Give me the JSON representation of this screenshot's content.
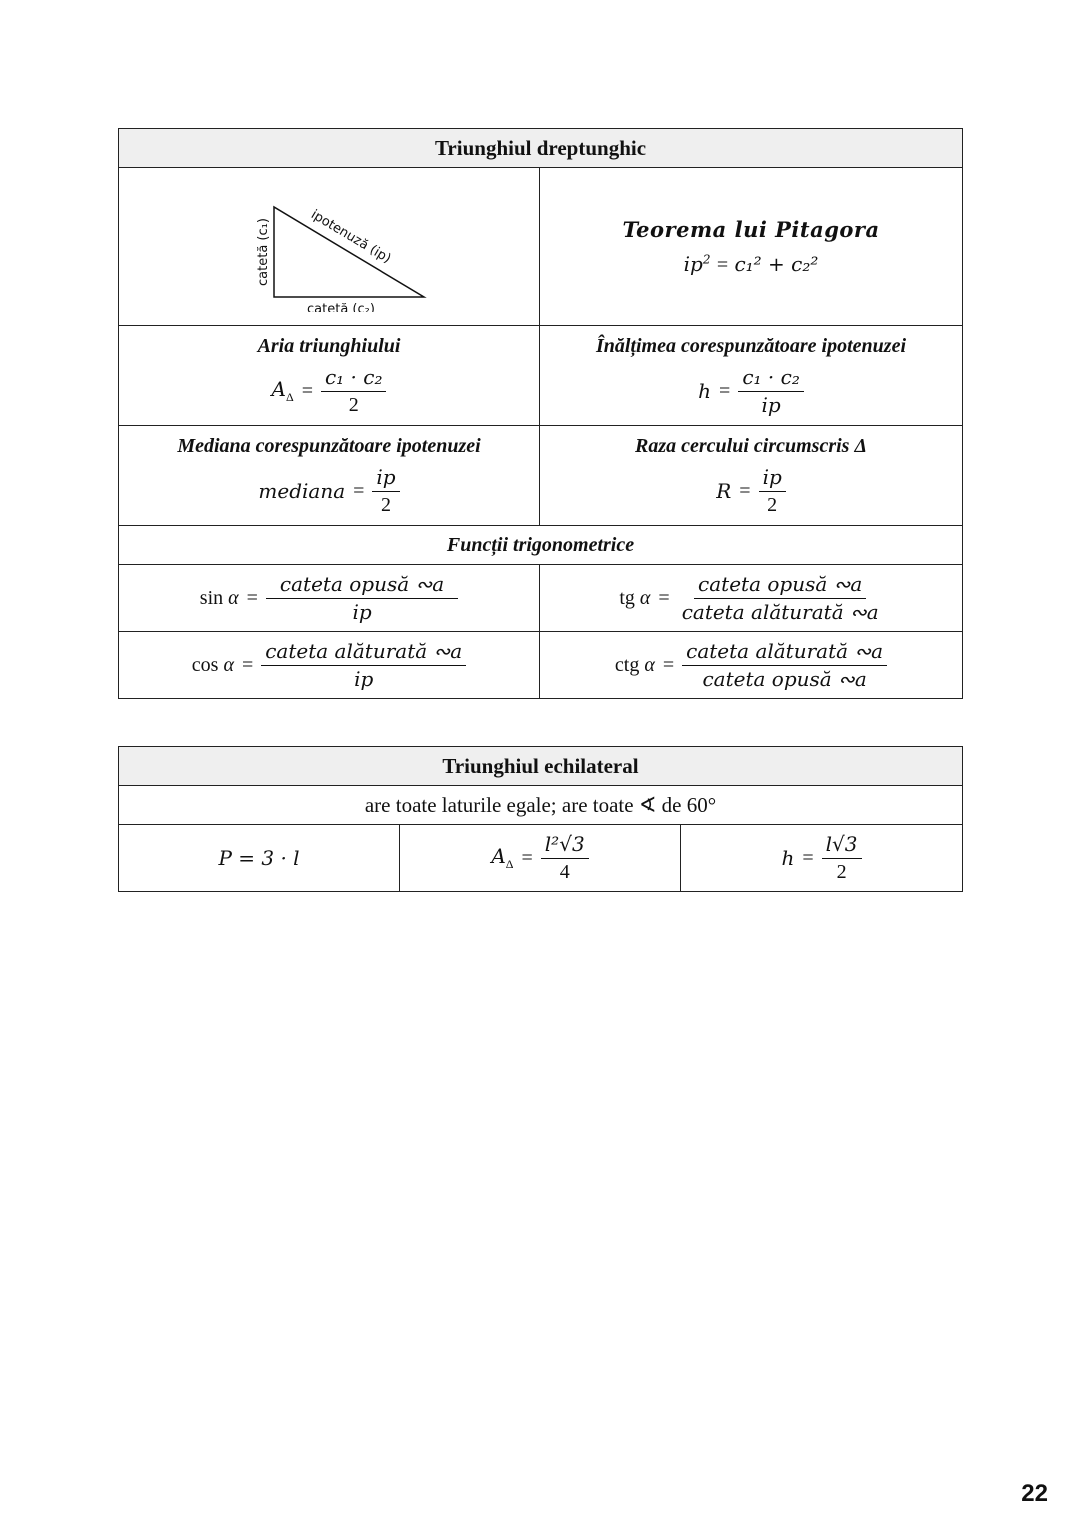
{
  "right_triangle": {
    "title": "Triunghiul dreptunghic",
    "diagram": {
      "hyp_label": "ipotenuză (ip)",
      "leg1_label": "catetă (c₁)",
      "leg2_label": "catetă (c₂)"
    },
    "pythagoras": {
      "title": "Teorema lui Pitagora",
      "lhs": "ip",
      "rhs": "c₁² + c₂²"
    },
    "area": {
      "title": "Aria triunghiului",
      "lhs": "A",
      "num": "c₁ · c₂",
      "den": "2"
    },
    "height": {
      "title": "Înălțimea corespunzătoare ipotenuzei",
      "lhs": "h",
      "num": "c₁ · c₂",
      "den": "ip"
    },
    "median": {
      "title": "Mediana corespunzătoare ipotenuzei",
      "lhs": "mediana",
      "num": "ip",
      "den": "2"
    },
    "circumradius": {
      "title": "Raza cercului circumscris Δ",
      "lhs": "R",
      "num": "ip",
      "den": "2"
    },
    "trig": {
      "title": "Funcții trigonometrice",
      "sin": {
        "fn": "sin",
        "num": "cateta opusă ∾a",
        "den": "ip"
      },
      "tg": {
        "fn": "tg",
        "num": "cateta opusă ∾a",
        "den": "cateta alăturată ∾a"
      },
      "cos": {
        "fn": "cos",
        "num": "cateta alăturată ∾a",
        "den": "ip"
      },
      "ctg": {
        "fn": "ctg",
        "num": "cateta alăturată ∾a",
        "den": "cateta opusă ∾a"
      }
    }
  },
  "equilateral": {
    "title": "Triunghiul echilateral",
    "property": "are toate laturile egale; are toate ∢ de 60°",
    "perimeter": "P = 3 · l",
    "area": {
      "lhs": "A",
      "num": "l²√3",
      "den": "4"
    },
    "height": {
      "lhs": "h",
      "num": "l√3",
      "den": "2"
    }
  },
  "page_number": "22"
}
